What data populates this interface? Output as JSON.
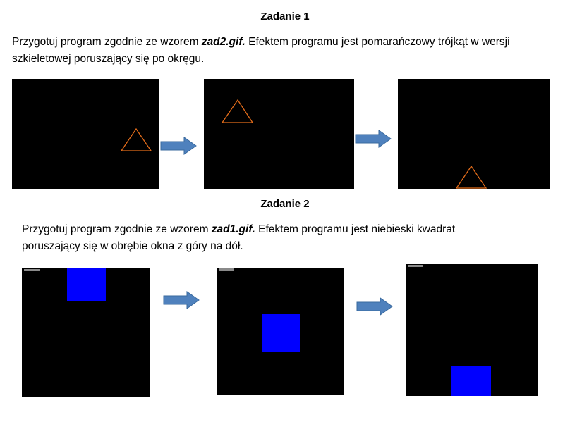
{
  "task1": {
    "title": "Zadanie 1",
    "text_before": "Przygotuj program zgodnie ze wzorem ",
    "file": "zad2.gif.",
    "text_after_line1": " Efektem programu jest pomarańczowy trójkąt w wersji",
    "text_line2": "szkieletowej poruszający się po okręgu.",
    "triangle_color": "#e36c1a",
    "frame_color": "#000000"
  },
  "task2": {
    "title": "Zadanie 2",
    "text_before": "Przygotuj program zgodnie ze wzorem ",
    "file": "zad1.gif.",
    "text_after_line1": " Efektem programu jest niebieski kwadrat",
    "text_line2": "poruszający się w obrębie okna z góry na dół.",
    "square_color": "#0000ff",
    "frame_color": "#000000"
  },
  "arrow_color": "#4f81bd",
  "icons": [
    "right-arrow-icon"
  ]
}
